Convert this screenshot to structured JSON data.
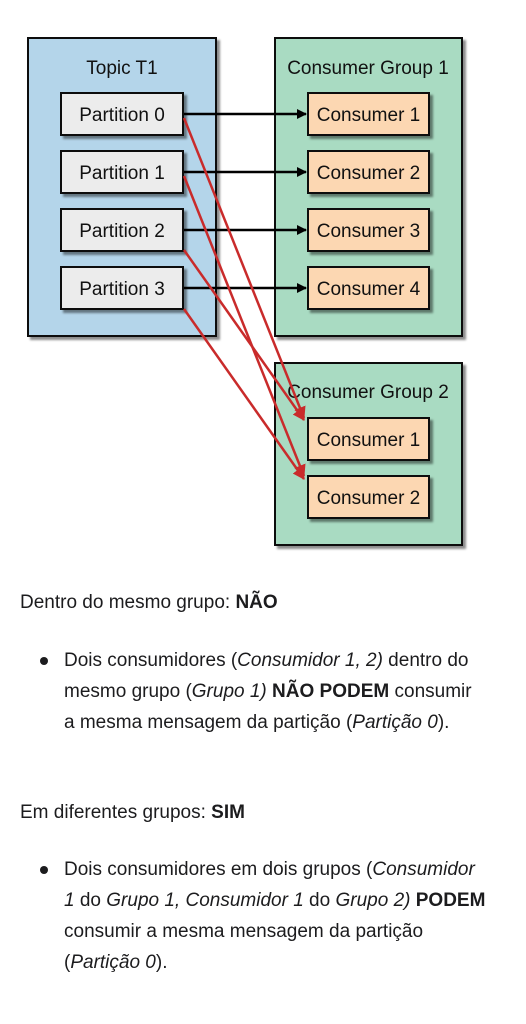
{
  "colors": {
    "topic_fill": "#b4d5ea",
    "group_fill": "#a9dbc2",
    "partition_fill": "#ececec",
    "consumer_fill": "#fcd7b2",
    "arrow_black": "#000000",
    "arrow_red": "#c92b2b"
  },
  "diagram": {
    "topic": {
      "title": "Topic T1",
      "partitions": [
        "Partition 0",
        "Partition 1",
        "Partition 2",
        "Partition 3"
      ]
    },
    "group1": {
      "title": "Consumer Group 1",
      "consumers": [
        "Consumer 1",
        "Consumer 2",
        "Consumer 3",
        "Consumer 4"
      ]
    },
    "group2": {
      "title": "Consumer Group 2",
      "consumers": [
        "Consumer 1",
        "Consumer 2"
      ]
    }
  },
  "section1": {
    "heading_prefix": "Dentro do mesmo grupo: ",
    "heading_answer": "NÃO",
    "bullet": {
      "p1": "Dois consumidores (",
      "i1": "Consumidor 1, 2)",
      "p2": " dentro do mesmo grupo (",
      "i2": "Grupo 1)",
      "p3": " ",
      "b1": "NÃO PODEM",
      "p4": " consumir a mesma mensagem da partição (",
      "i3": "Partição 0",
      "p5": ")."
    }
  },
  "section2": {
    "heading_prefix": "Em diferentes grupos: ",
    "heading_answer": "SIM",
    "bullet": {
      "p1": "Dois consumidores em dois grupos (",
      "i1": "Consumidor 1",
      "p2": " do ",
      "i2": "Grupo 1, Consumidor 1",
      "p3": " do ",
      "i3": "Grupo 2)",
      "p4": " ",
      "b1": "PODEM",
      "p5": " consumir a mesma mensagem da partição (",
      "i4": "Partição 0",
      "p6": ")."
    }
  }
}
